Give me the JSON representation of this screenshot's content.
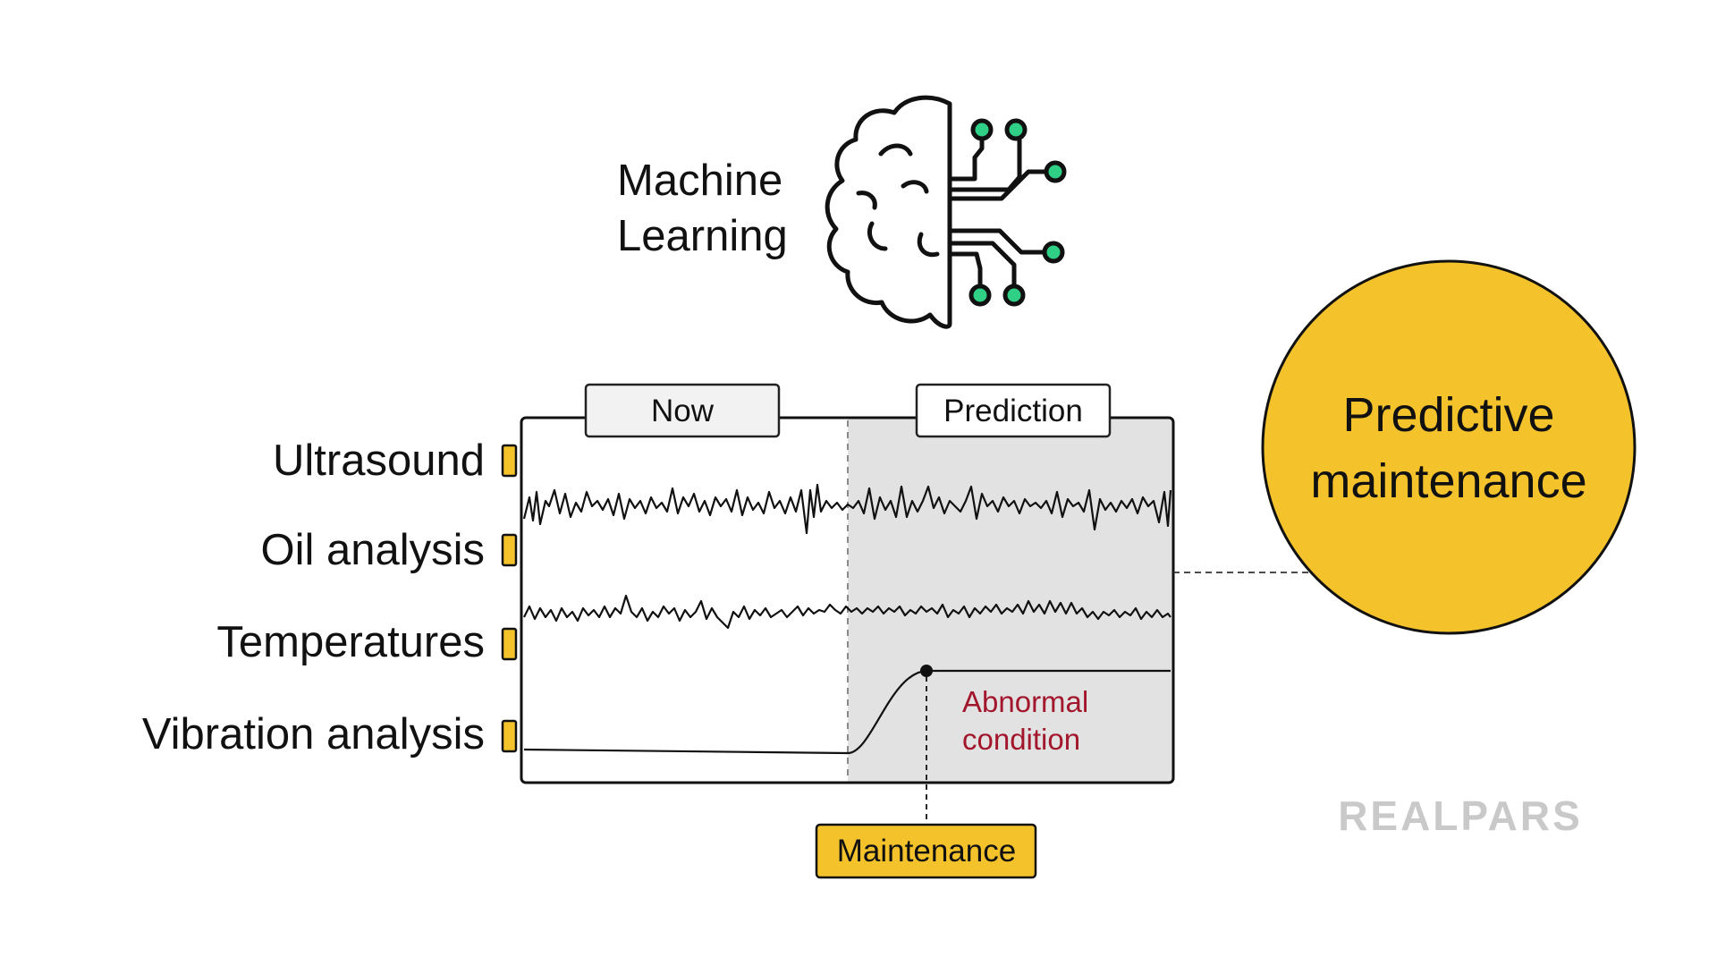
{
  "ml_title": {
    "line1": "Machine",
    "line2": "Learning"
  },
  "panel": {
    "now_label": "Now",
    "prediction_label": "Prediction"
  },
  "inputs": [
    {
      "label": "Ultrasound"
    },
    {
      "label": "Oil analysis"
    },
    {
      "label": "Temperatures"
    },
    {
      "label": "Vibration analysis"
    }
  ],
  "annotation": {
    "line1": "Abnormal",
    "line2": "condition"
  },
  "maintenance_label": "Maintenance",
  "result": {
    "line1": "Predictive",
    "line2": "maintenance"
  },
  "logo_text": "REALPARS",
  "icons": [
    "brain-circuit-icon"
  ],
  "colors": {
    "accent_yellow": "#F4C22B",
    "node_green": "#2FCF86",
    "abnormal_red": "#A3172D",
    "prediction_bg": "#E2E2E2",
    "logo_gray": "#C9C9C9"
  }
}
